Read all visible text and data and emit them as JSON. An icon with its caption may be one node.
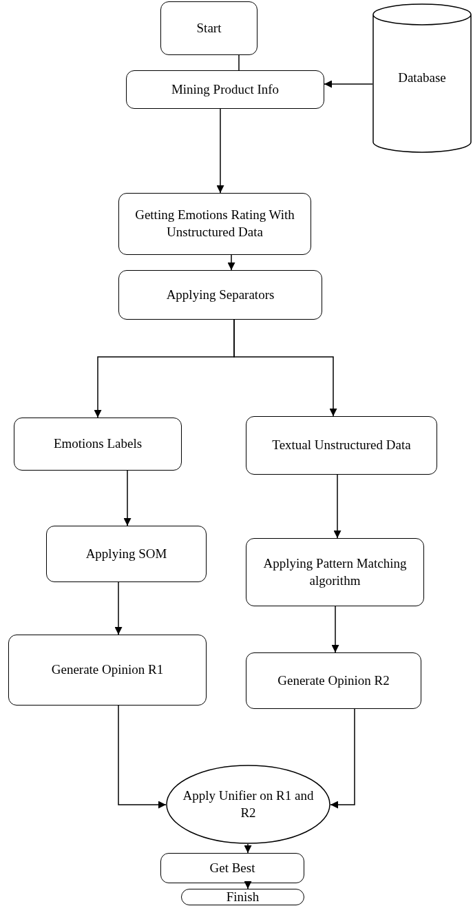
{
  "diagram": {
    "nodes": [
      {
        "text": [
          "Start"
        ]
      },
      {
        "text": [
          "Mining Product Info"
        ]
      },
      {
        "text": [
          "Database"
        ]
      },
      {
        "text": [
          "Getting Emotions Rating With Unstructured Data"
        ]
      },
      {
        "text": [
          "Applying Separators"
        ]
      },
      {
        "text": [
          "Emotions Labels"
        ]
      },
      {
        "text": [
          "Textual Unstructured Data"
        ]
      },
      {
        "text": [
          "Applying SOM"
        ]
      },
      {
        "text": [
          "Applying Pattern Matching algorithm"
        ]
      },
      {
        "text": [
          "Generate Opinion R1"
        ]
      },
      {
        "text": [
          "Generate Opinion R2"
        ]
      },
      {
        "text": [
          "Apply Unifier on R1 and R2"
        ]
      },
      {
        "text": [
          "Get Best"
        ]
      },
      {
        "text": [
          "Finish"
        ]
      }
    ],
    "edges": [
      {
        "from": 0,
        "to": 1,
        "arrow": "none"
      },
      {
        "from": 2,
        "to": 1,
        "arrow": "to"
      },
      {
        "from": 1,
        "to": 3,
        "arrow": "to"
      },
      {
        "from": 3,
        "to": 4,
        "arrow": "to"
      },
      {
        "from": 4,
        "to": 5,
        "arrow": "to"
      },
      {
        "from": 4,
        "to": 6,
        "arrow": "to"
      },
      {
        "from": 5,
        "to": 7,
        "arrow": "to"
      },
      {
        "from": 6,
        "to": 8,
        "arrow": "to"
      },
      {
        "from": 7,
        "to": 9,
        "arrow": "to"
      },
      {
        "from": 8,
        "to": 10,
        "arrow": "to"
      },
      {
        "from": 9,
        "to": 11,
        "arrow": "to"
      },
      {
        "from": 10,
        "to": 11,
        "arrow": "to"
      },
      {
        "from": 11,
        "to": 12,
        "arrow": "to"
      },
      {
        "from": 12,
        "to": 13,
        "arrow": "to"
      }
    ]
  }
}
